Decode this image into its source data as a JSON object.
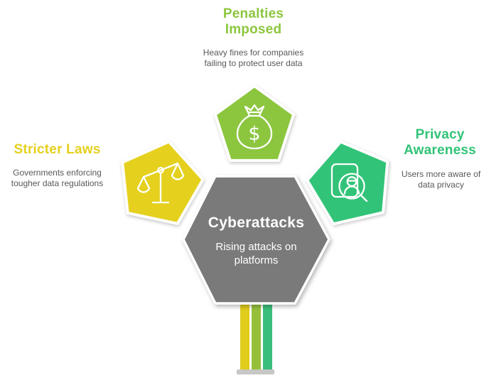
{
  "colors": {
    "green": "#8CC63F",
    "yellow": "#E5D01E",
    "emerald": "#31C377",
    "hexagon_gray": "#7A7A7A",
    "desc_gray": "#595959",
    "base_bar_gray": "#C7C7C5"
  },
  "center": {
    "title": "Cyberattacks",
    "subtitle": "Rising attacks on platforms"
  },
  "nodes": [
    {
      "id": "penalties-imposed",
      "title": "Penalties Imposed",
      "description": "Heavy fines for companies failing to protect user data",
      "icon": "money-bag-icon",
      "color": "#8CC63F"
    },
    {
      "id": "stricter-laws",
      "title": "Stricter Laws",
      "description": "Governments enforcing tougher data regulations",
      "icon": "scales-icon",
      "color": "#E5D01E"
    },
    {
      "id": "privacy-awareness",
      "title": "Privacy Awareness",
      "description": "Users more aware of data privacy",
      "icon": "person-search-icon",
      "color": "#31C377"
    }
  ],
  "stem": {
    "stripe_colors": [
      "#E0CC1B",
      "#96C03C",
      "#3BBE7B"
    ]
  },
  "icons": {
    "dollar_glyph": "$"
  }
}
